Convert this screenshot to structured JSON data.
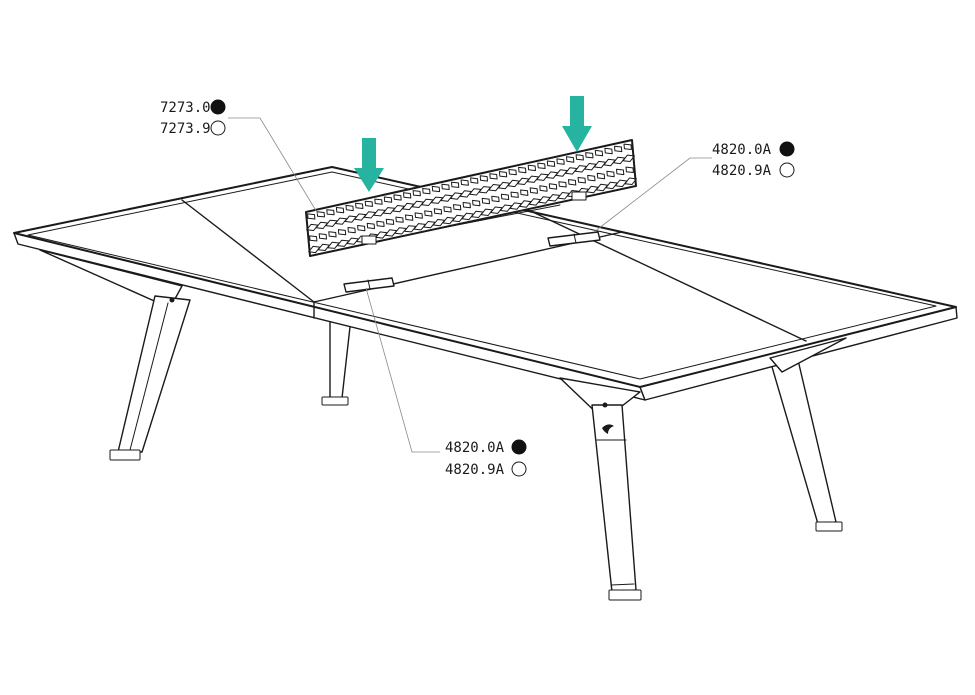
{
  "colors": {
    "arrow": "#26b3a0",
    "line": "#1a1a1a",
    "leader": "#8a8a8a",
    "black_swatch": "#111111",
    "white_swatch": "#ffffff"
  },
  "callouts": {
    "net": {
      "black_code": "7273.0",
      "white_code": "7273.9"
    },
    "clip_right": {
      "black_code": "4820.0A",
      "white_code": "4820.9A"
    },
    "clip_front": {
      "black_code": "4820.0A",
      "white_code": "4820.9A"
    }
  },
  "icons": {
    "arrow": "down-arrow-icon",
    "black_swatch": "filled-circle-icon",
    "white_swatch": "empty-circle-icon",
    "logo": "brand-logo-icon"
  }
}
